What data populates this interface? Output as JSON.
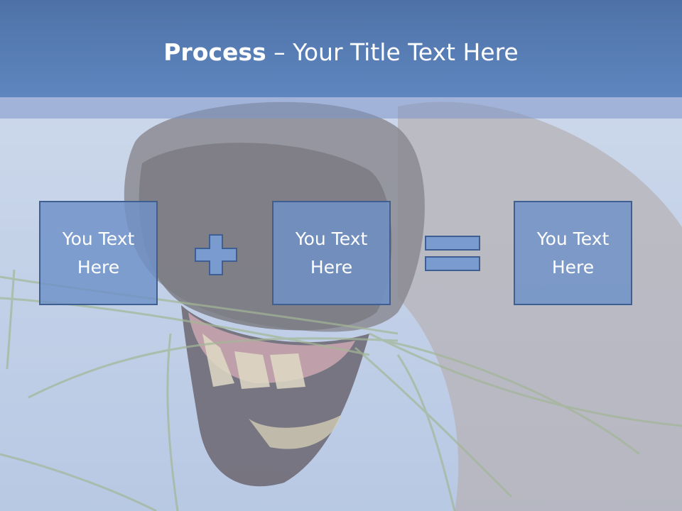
{
  "title": {
    "bold": "Process",
    "rest": " – Your Title Text Here"
  },
  "boxes": [
    {
      "text": "You Text Here"
    },
    {
      "text": "You Text Here"
    },
    {
      "text": "You Text Here"
    }
  ],
  "operators": [
    "plus-icon",
    "equals-icon"
  ],
  "background": {
    "subject": "horse-eating-grass-photo"
  },
  "colors": {
    "title_bar": "#5678b0",
    "box_fill": "#7a9bd0",
    "box_border": "#3f5f93",
    "text": "#ffffff"
  }
}
